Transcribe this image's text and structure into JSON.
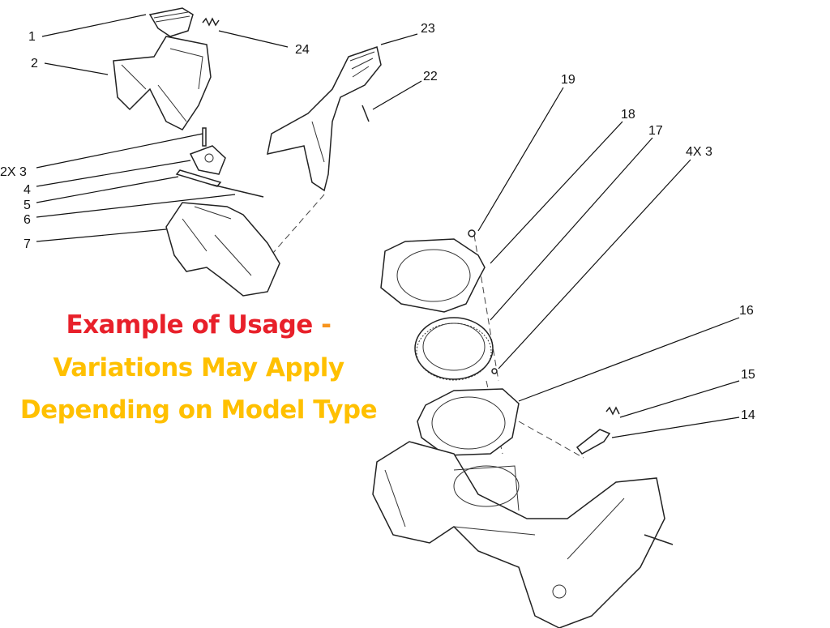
{
  "notice": {
    "line1": "Example of Usage",
    "line1_dash": "-",
    "line2": "Variations May Apply",
    "line3": "Depending on Model Type",
    "colors": {
      "red": "#e8202a",
      "orange": "#f7941d",
      "yellow": "#ffc000"
    }
  },
  "callouts": [
    "1",
    "24",
    "2",
    "23",
    "22",
    "19",
    "18",
    "17",
    "4X 3",
    "16",
    "15",
    "14",
    "2X 3",
    "4",
    "5",
    "6",
    "7"
  ]
}
